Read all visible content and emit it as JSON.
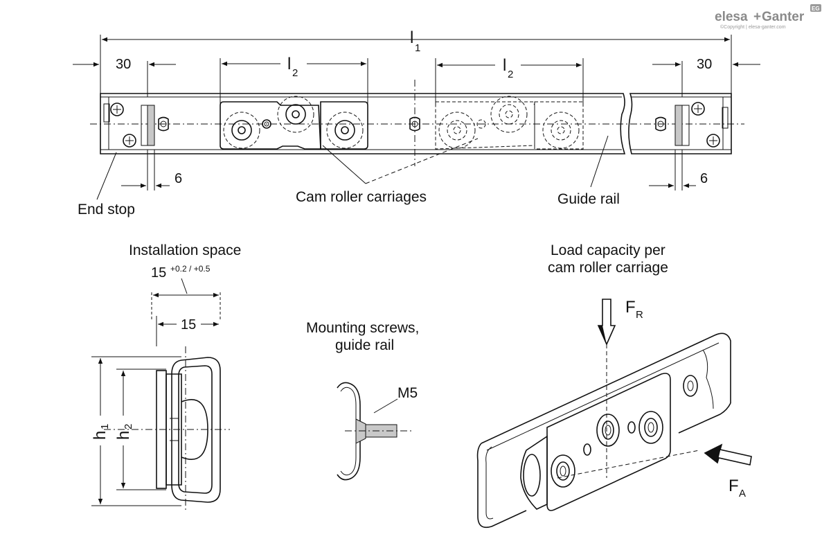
{
  "brand": {
    "logo_left": "elesa",
    "logo_plus": "+",
    "logo_right": "Ganter",
    "badge": "EG",
    "copyright": "©Copyright | elesa-ganter.com"
  },
  "top_view": {
    "dim_l1": "l",
    "dim_l1_sub": "1",
    "dim_l2_left": "l",
    "dim_l2_left_sub": "2",
    "dim_l2_right": "l",
    "dim_l2_right_sub": "2",
    "dim_30_left": "30",
    "dim_30_right": "30",
    "dim_6_left": "6",
    "dim_6_right": "6",
    "label_end_stop": "End stop",
    "label_carriages": "Cam roller carriages",
    "label_guide_rail": "Guide rail"
  },
  "installation": {
    "title": "Installation space",
    "dim_outer": "15",
    "dim_outer_tol": "+0.2 / +0.5",
    "dim_inner": "15",
    "dim_h1": "h",
    "dim_h1_sub": "1",
    "dim_h2": "h",
    "dim_h2_sub": "2"
  },
  "mounting": {
    "title_line1": "Mounting screws,",
    "title_line2": "guide rail",
    "screw": "M5"
  },
  "load": {
    "title_line1": "Load capacity per",
    "title_line2": "cam roller carriage",
    "fr": "F",
    "fr_sub": "R",
    "fa": "F",
    "fa_sub": "A"
  }
}
